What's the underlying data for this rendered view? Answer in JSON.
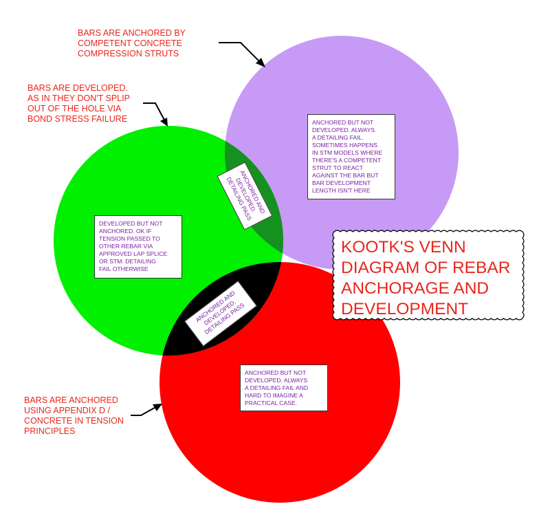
{
  "labels": {
    "purple": "BARS ARE ANCHORED BY\nCOMPETENT CONCRETE\nCOMPRESSION STRUTS",
    "green": "BARS ARE DEVELOPED.\nAS IN THEY DON'T SPLIP\nOUT OF THE HOLE VIA\nBOND STRESS FAILURE",
    "red": "BARS ARE ANCHORED\nUSING APPENDIX D /\nCONCRETE IN TENSION\nPRINCIPLES"
  },
  "regions": {
    "purple_only": "ANCHORED BUT NOT\nDEVELOPED.  ALWAYS\nA DETAILING FAIL.\nSOMETIMES HAPPENS\nIN STM MODELS WHERE\nTHERE'S A COMPETENT\nSTRUT TO REACT\nAGAINST THE BAR BUT\nBAR DEVELOPMENT\nLENGTH ISN'T HERE",
    "green_only": "DEVELOPED BUT NOT\nANCHORED.  OK IF\nTENSION PASSED TO\nOTHER REBAR VIA\nAPPROVED LAP SPLICE\nOR STM.  DETAILING\nFAIL OTHERWISE",
    "red_only": "ANCHORED BUT NOT\nDEVELOPED.  ALWAYS\nA DETAILING FAIL AND\nHARD TO IMAGINE A\nPRACTICAL CASE.",
    "green_purple": "ANCHORED AND\nDEVELOPED.\nDETAILING PASS",
    "green_red": "ANCHORED AND\nDEVELOPED.\nDETAILING PASS"
  },
  "title": "KOOTK'S VENN\nDIAGRAM OF REBAR\nANCHORAGE AND\nDEVELOPMENT",
  "colors": {
    "purple": "#c79af5",
    "green": "#00f000",
    "red": "#ff0000",
    "green_purple_overlap": "#14911f",
    "green_red_overlap": "#000000",
    "label_text": "#e8261c",
    "box_text": "#7a1fa2"
  }
}
